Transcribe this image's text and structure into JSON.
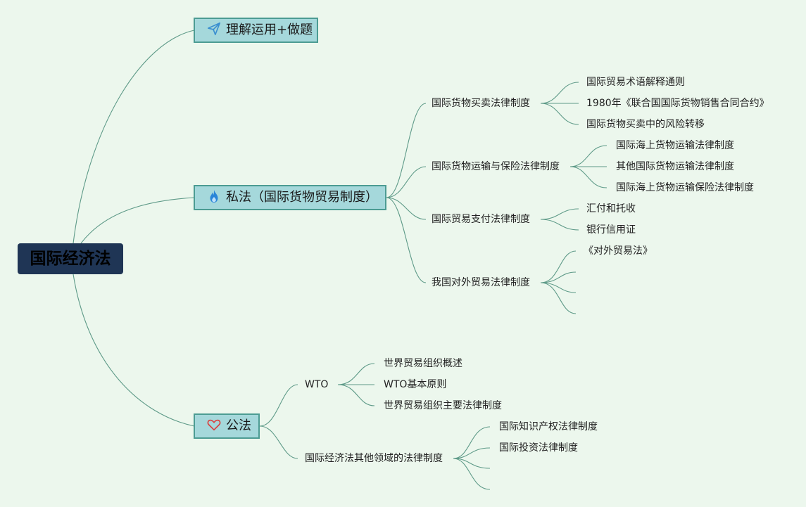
{
  "root": {
    "label": "国际经济法"
  },
  "branches": [
    {
      "label": "理解运用+做题",
      "icon": "paper-plane-icon"
    },
    {
      "label": "私法（国际货物贸易制度）",
      "icon": "flame-icon",
      "children": [
        {
          "label": "国际货物买卖法律制度",
          "children": [
            "国际贸易术语解释通则",
            "1980年《联合国国际货物销售合同合约》",
            "国际货物买卖中的风险转移"
          ]
        },
        {
          "label": "国际货物运输与保险法律制度",
          "children": [
            "国际海上货物运输法律制度",
            "其他国际货物运输法律制度",
            "国际海上货物运输保险法律制度"
          ]
        },
        {
          "label": "国际贸易支付法律制度",
          "children": [
            "汇付和托收",
            "银行信用证"
          ]
        },
        {
          "label": "我国对外贸易法律制度",
          "children": [
            "《对外贸易法》",
            "",
            "",
            ""
          ]
        }
      ]
    },
    {
      "label": "公法",
      "icon": "heart-icon",
      "children": [
        {
          "label": "WTO",
          "children": [
            "世界贸易组织概述",
            "WTO基本原则",
            "世界贸易组织主要法律制度"
          ]
        },
        {
          "label": "国际经济法其他领域的法律制度",
          "children": [
            "国际知识产权法律制度",
            "国际投资法律制度",
            "",
            ""
          ]
        }
      ]
    }
  ]
}
